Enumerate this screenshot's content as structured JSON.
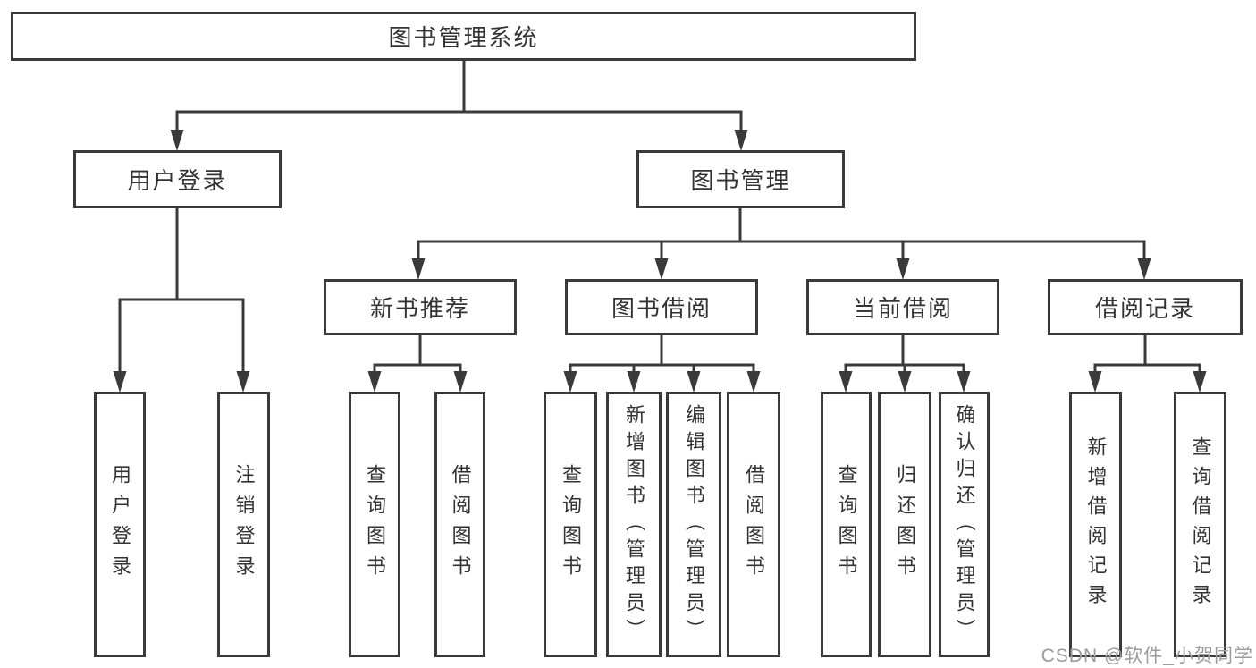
{
  "tree": {
    "root": {
      "label": "图书管理系统",
      "children": [
        {
          "label": "用户登录",
          "children": [
            {
              "label": "用户登录"
            },
            {
              "label": "注销登录"
            }
          ]
        },
        {
          "label": "图书管理",
          "children": [
            {
              "label": "新书推荐",
              "children": [
                {
                  "label": "查询图书"
                },
                {
                  "label": "借阅图书"
                }
              ]
            },
            {
              "label": "图书借阅",
              "children": [
                {
                  "label": "查询图书"
                },
                {
                  "label": "新增图书（管理员）"
                },
                {
                  "label": "编辑图书（管理员）"
                },
                {
                  "label": "借阅图书"
                }
              ]
            },
            {
              "label": "当前借阅",
              "children": [
                {
                  "label": "查询图书"
                },
                {
                  "label": "归还图书"
                },
                {
                  "label": "确认归还（管理员）"
                }
              ]
            },
            {
              "label": "借阅记录",
              "children": [
                {
                  "label": "新增借阅记录"
                },
                {
                  "label": "查询借阅记录"
                }
              ]
            }
          ]
        }
      ]
    }
  },
  "watermark": {
    "text": "CSDN @软件_小贺同学"
  },
  "colors": {
    "line": "#3a3a3a",
    "text": "#333333",
    "background": "#ffffff",
    "watermark": "#9b9b9b"
  }
}
